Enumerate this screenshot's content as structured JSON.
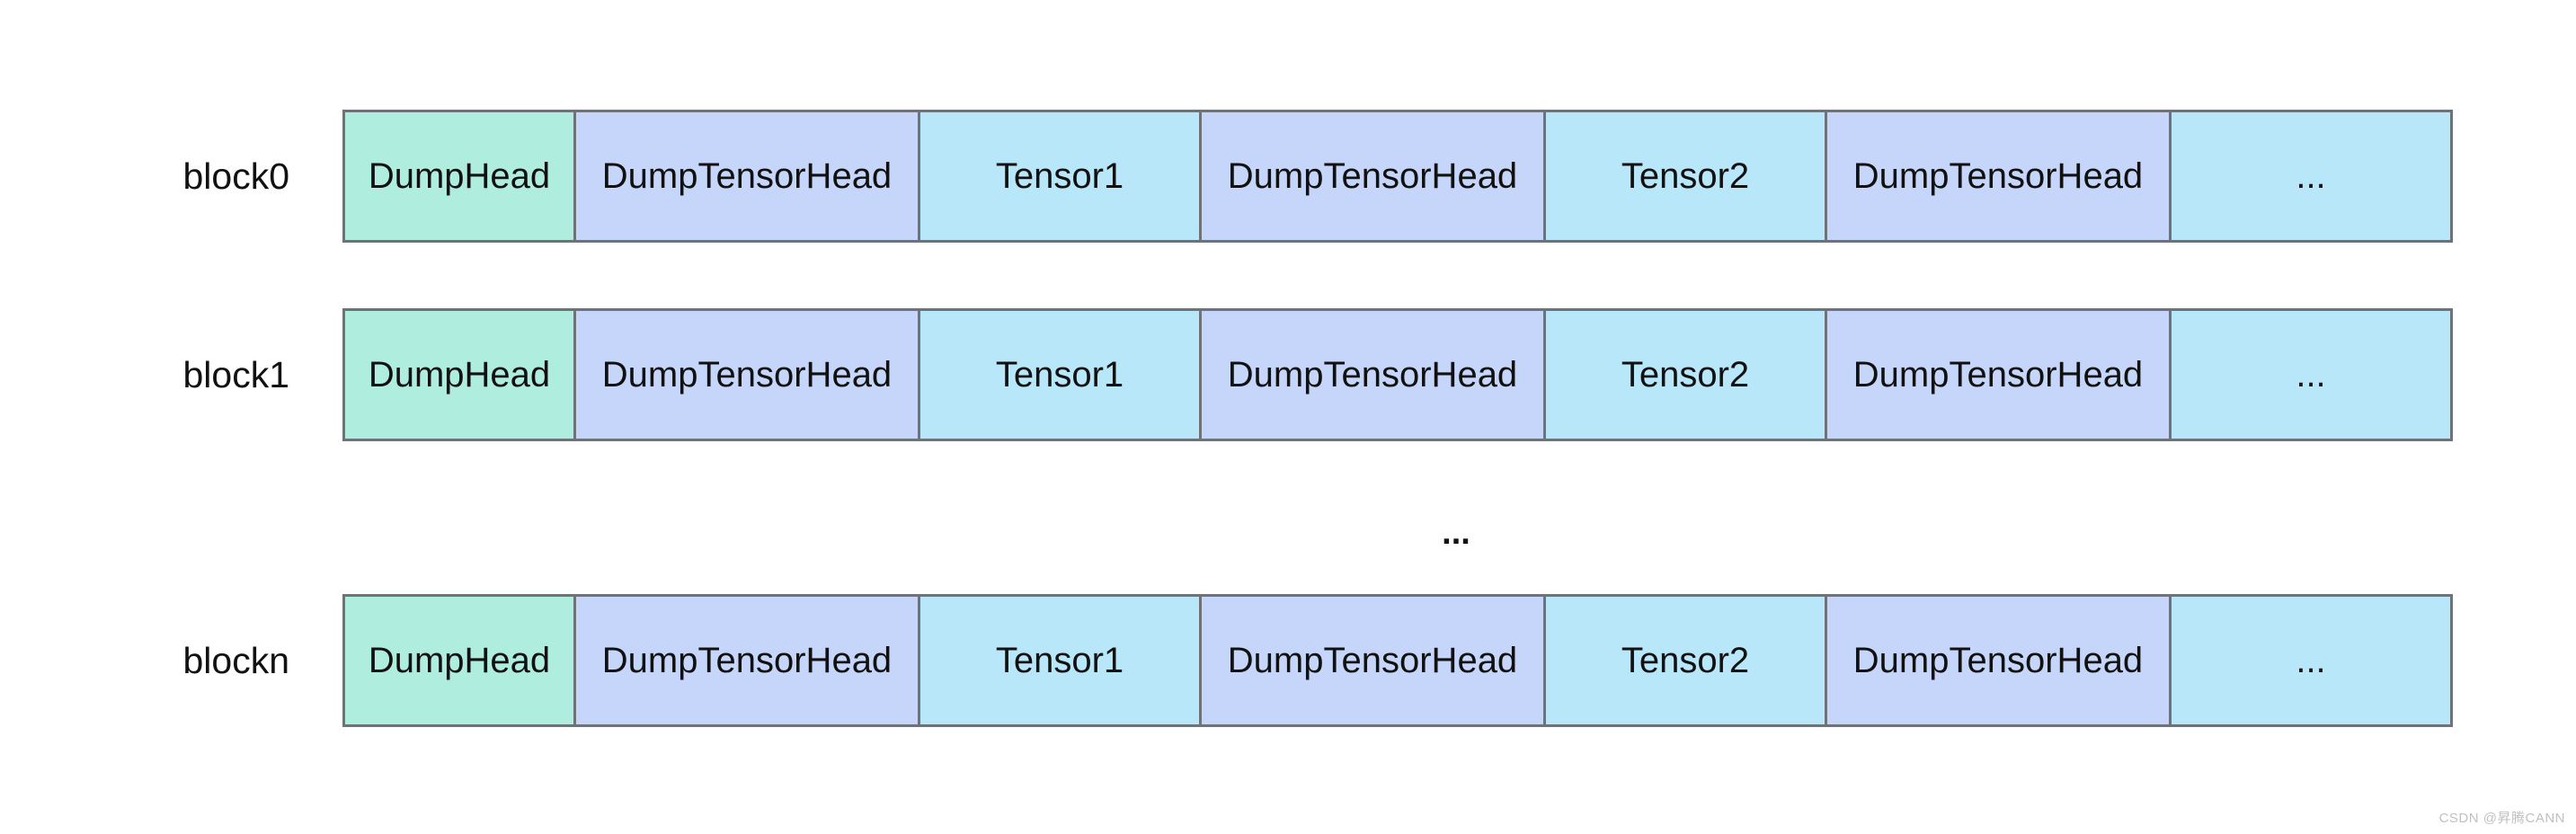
{
  "colors": {
    "background": "#ffffff",
    "dump_head_fill": "#AFEEDF",
    "dump_tensor_head_fill": "#C5D6FA",
    "tensor_fill": "#B9E7FA",
    "cell_border": "#6E737A",
    "text": "#111111",
    "watermark_text": "#C0C0C0"
  },
  "diagram": {
    "rows": [
      {
        "label": "block0",
        "cells": [
          {
            "label": "DumpHead"
          },
          {
            "label": "DumpTensorHead"
          },
          {
            "label": "Tensor1"
          },
          {
            "label": "DumpTensorHead"
          },
          {
            "label": "Tensor2"
          },
          {
            "label": "DumpTensorHead"
          },
          {
            "label": "..."
          }
        ]
      },
      {
        "label": "block1",
        "cells": [
          {
            "label": "DumpHead"
          },
          {
            "label": "DumpTensorHead"
          },
          {
            "label": "Tensor1"
          },
          {
            "label": "DumpTensorHead"
          },
          {
            "label": "Tensor2"
          },
          {
            "label": "DumpTensorHead"
          },
          {
            "label": "..."
          }
        ]
      },
      {
        "label": "blockn",
        "cells": [
          {
            "label": "DumpHead"
          },
          {
            "label": "DumpTensorHead"
          },
          {
            "label": "Tensor1"
          },
          {
            "label": "DumpTensorHead"
          },
          {
            "label": "Tensor2"
          },
          {
            "label": "DumpTensorHead"
          },
          {
            "label": "..."
          }
        ]
      }
    ],
    "middle_ellipsis": "..."
  },
  "watermark": {
    "text": "CSDN @昇腾CANN"
  }
}
